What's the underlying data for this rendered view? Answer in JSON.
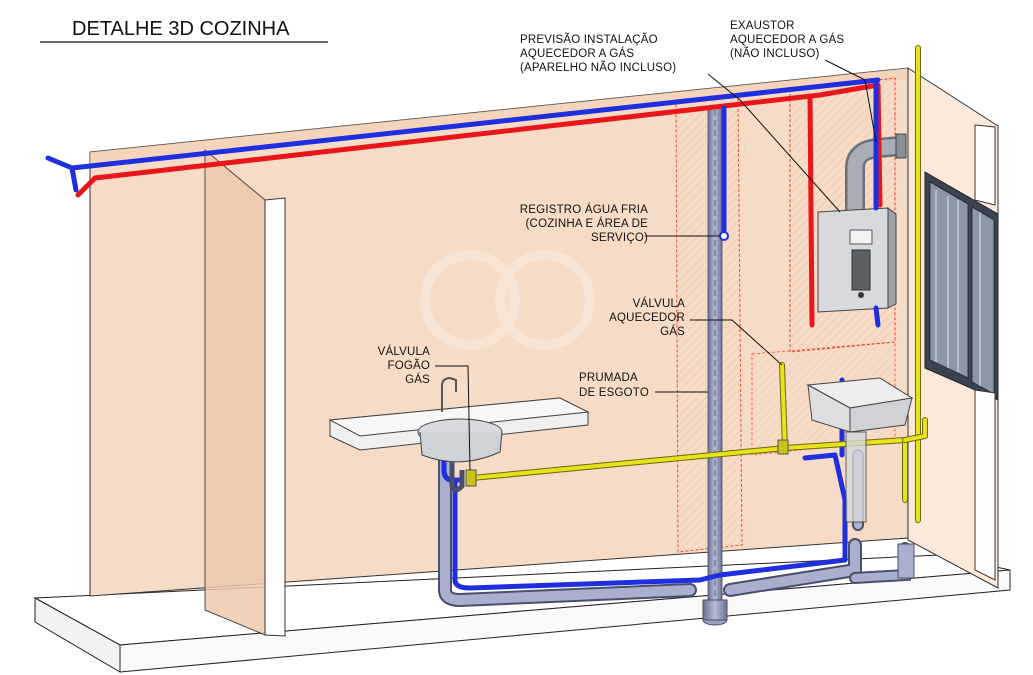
{
  "title": "DETALHE 3D COZINHA",
  "colors": {
    "cold_water": "#1f2fe0",
    "hot_water": "#e8161b",
    "gas": "#e8e21a",
    "sewer": "#8a93b8",
    "wall": "#f6dcc6",
    "zone_outline": "#e83a2a"
  },
  "labels": {
    "aquecedor": [
      "PREVISÃO INSTALAÇÃO",
      "AQUECEDOR A GÁS",
      "(APARELHO NÃO INCLUSO)"
    ],
    "exaustor": [
      "EXAUSTOR",
      "AQUECEDOR A GÁS",
      "(NÃO INCLUSO)"
    ],
    "registro": [
      "REGISTRO ÁGUA FRIA",
      "(COZINHA E ÁREA DE",
      "SERVIÇO)"
    ],
    "valvula_aquecedor": [
      "VÁLVULA",
      "AQUECEDOR",
      "GÁS"
    ],
    "valvula_fogao": [
      "VÁLVULA",
      "FOGÃO",
      "GÁS"
    ],
    "prumada": [
      "PRUMADA",
      "DE ESGOTO"
    ]
  }
}
